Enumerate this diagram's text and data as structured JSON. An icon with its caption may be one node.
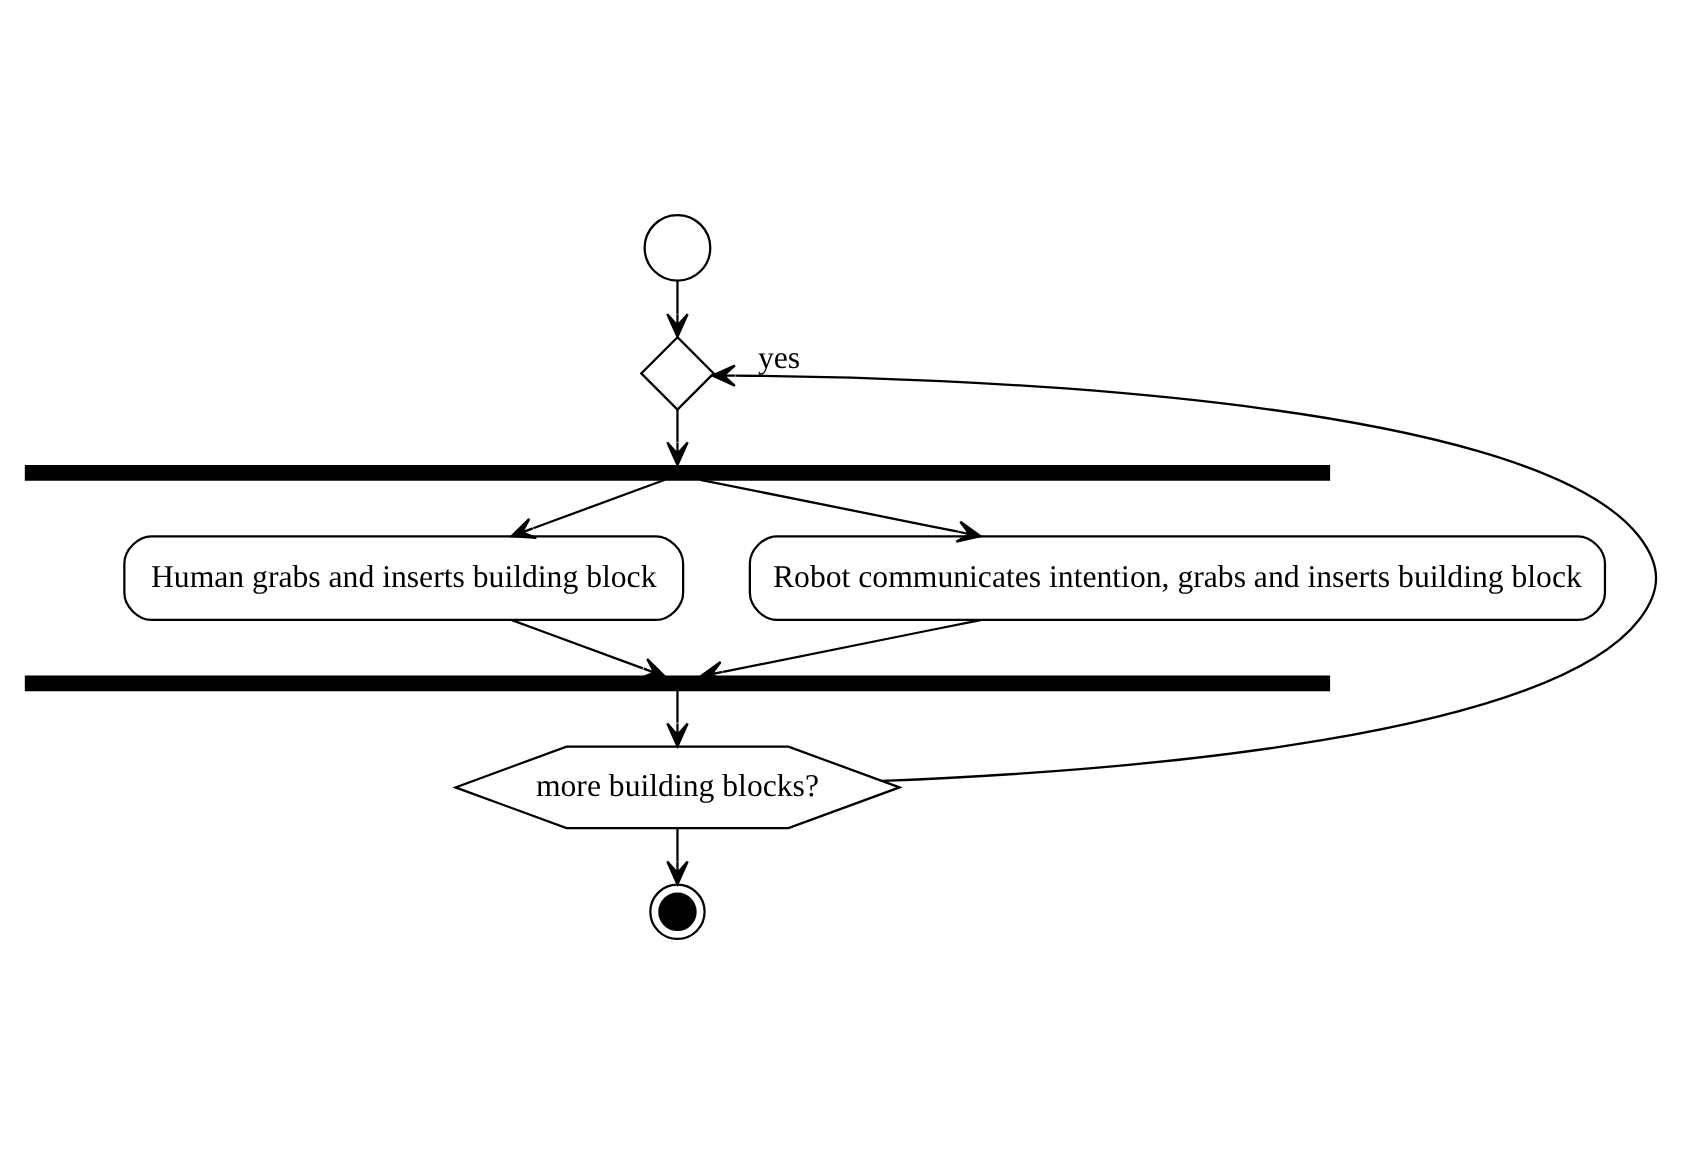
{
  "diagram": {
    "nodes": [
      {
        "text": [],
        "shape": "circle"
      },
      {
        "text": [],
        "shape": "diamond"
      },
      {
        "text": [],
        "shape": "bar"
      },
      {
        "text": [
          "Human grabs and inserts building block"
        ]
      },
      {
        "text": [
          "Robot communicates intention, grabs and inserts building block"
        ]
      },
      {
        "text": [],
        "shape": "bar"
      },
      {
        "text": [
          "more building blocks?"
        ]
      },
      {
        "text": [],
        "shape": "bullseye"
      }
    ],
    "edges": [
      {
        "from": 0,
        "to": 1,
        "arrow": "to"
      },
      {
        "from": 1,
        "to": 2,
        "arrow": "to"
      },
      {
        "from": 2,
        "to": 3,
        "arrow": "to"
      },
      {
        "from": 2,
        "to": 4,
        "arrow": "to"
      },
      {
        "from": 3,
        "to": 5,
        "arrow": "to"
      },
      {
        "from": 4,
        "to": 5,
        "arrow": "to"
      },
      {
        "from": 5,
        "to": 6,
        "arrow": "to"
      },
      {
        "from": 6,
        "to": 7,
        "arrow": "to"
      },
      {
        "from": 6,
        "to": 1,
        "arrow": "to",
        "label": "yes"
      }
    ]
  }
}
